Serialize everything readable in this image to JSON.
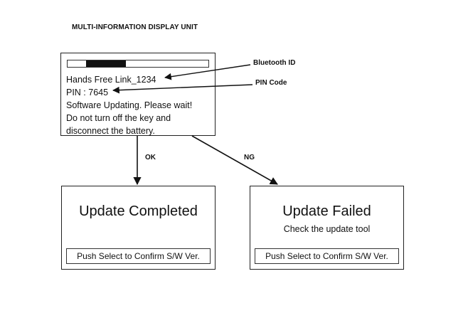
{
  "diagram": {
    "title": "MULTI-INFORMATION DISPLAY UNIT",
    "display": {
      "progress": 0.28,
      "lines": [
        "Hands Free Link_1234",
        "PIN : 7645",
        "Software Updating. Please wait!",
        "Do not turn off the key and",
        "disconnect the battery."
      ]
    },
    "callouts": {
      "bluetooth_id": "Bluetooth ID",
      "pin_code": "PIN Code"
    },
    "branches": {
      "ok": "OK",
      "ng": "NG"
    },
    "completed": {
      "heading": "Update Completed",
      "button": "Push Select to Confirm S/W Ver."
    },
    "failed": {
      "heading": "Update Failed",
      "subtext": "Check the update tool",
      "button": "Push Select to Confirm S/W Ver."
    }
  }
}
